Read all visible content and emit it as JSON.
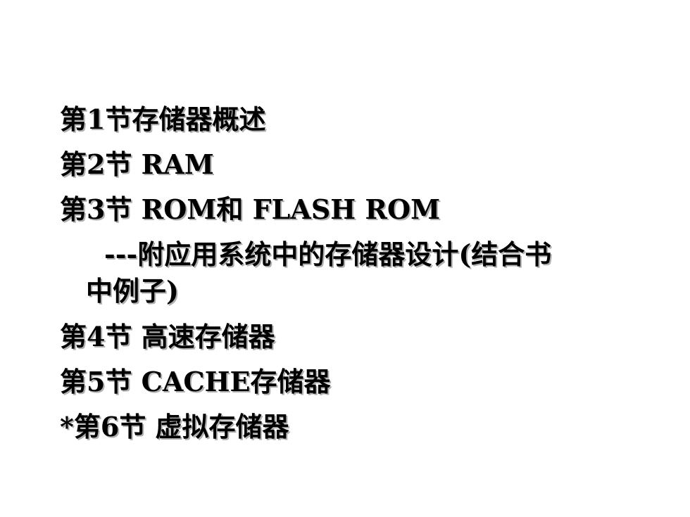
{
  "outline": {
    "items": [
      "第1节存储器概述",
      "第2节 RAM",
      "第3节 ROM和 FLASH ROM",
      "---附应用系统中的存储器设计(结合书",
      "中例子)",
      "第4节 高速存储器",
      "第5节 CACHE存储器",
      "*第6节 虚拟存储器"
    ]
  }
}
